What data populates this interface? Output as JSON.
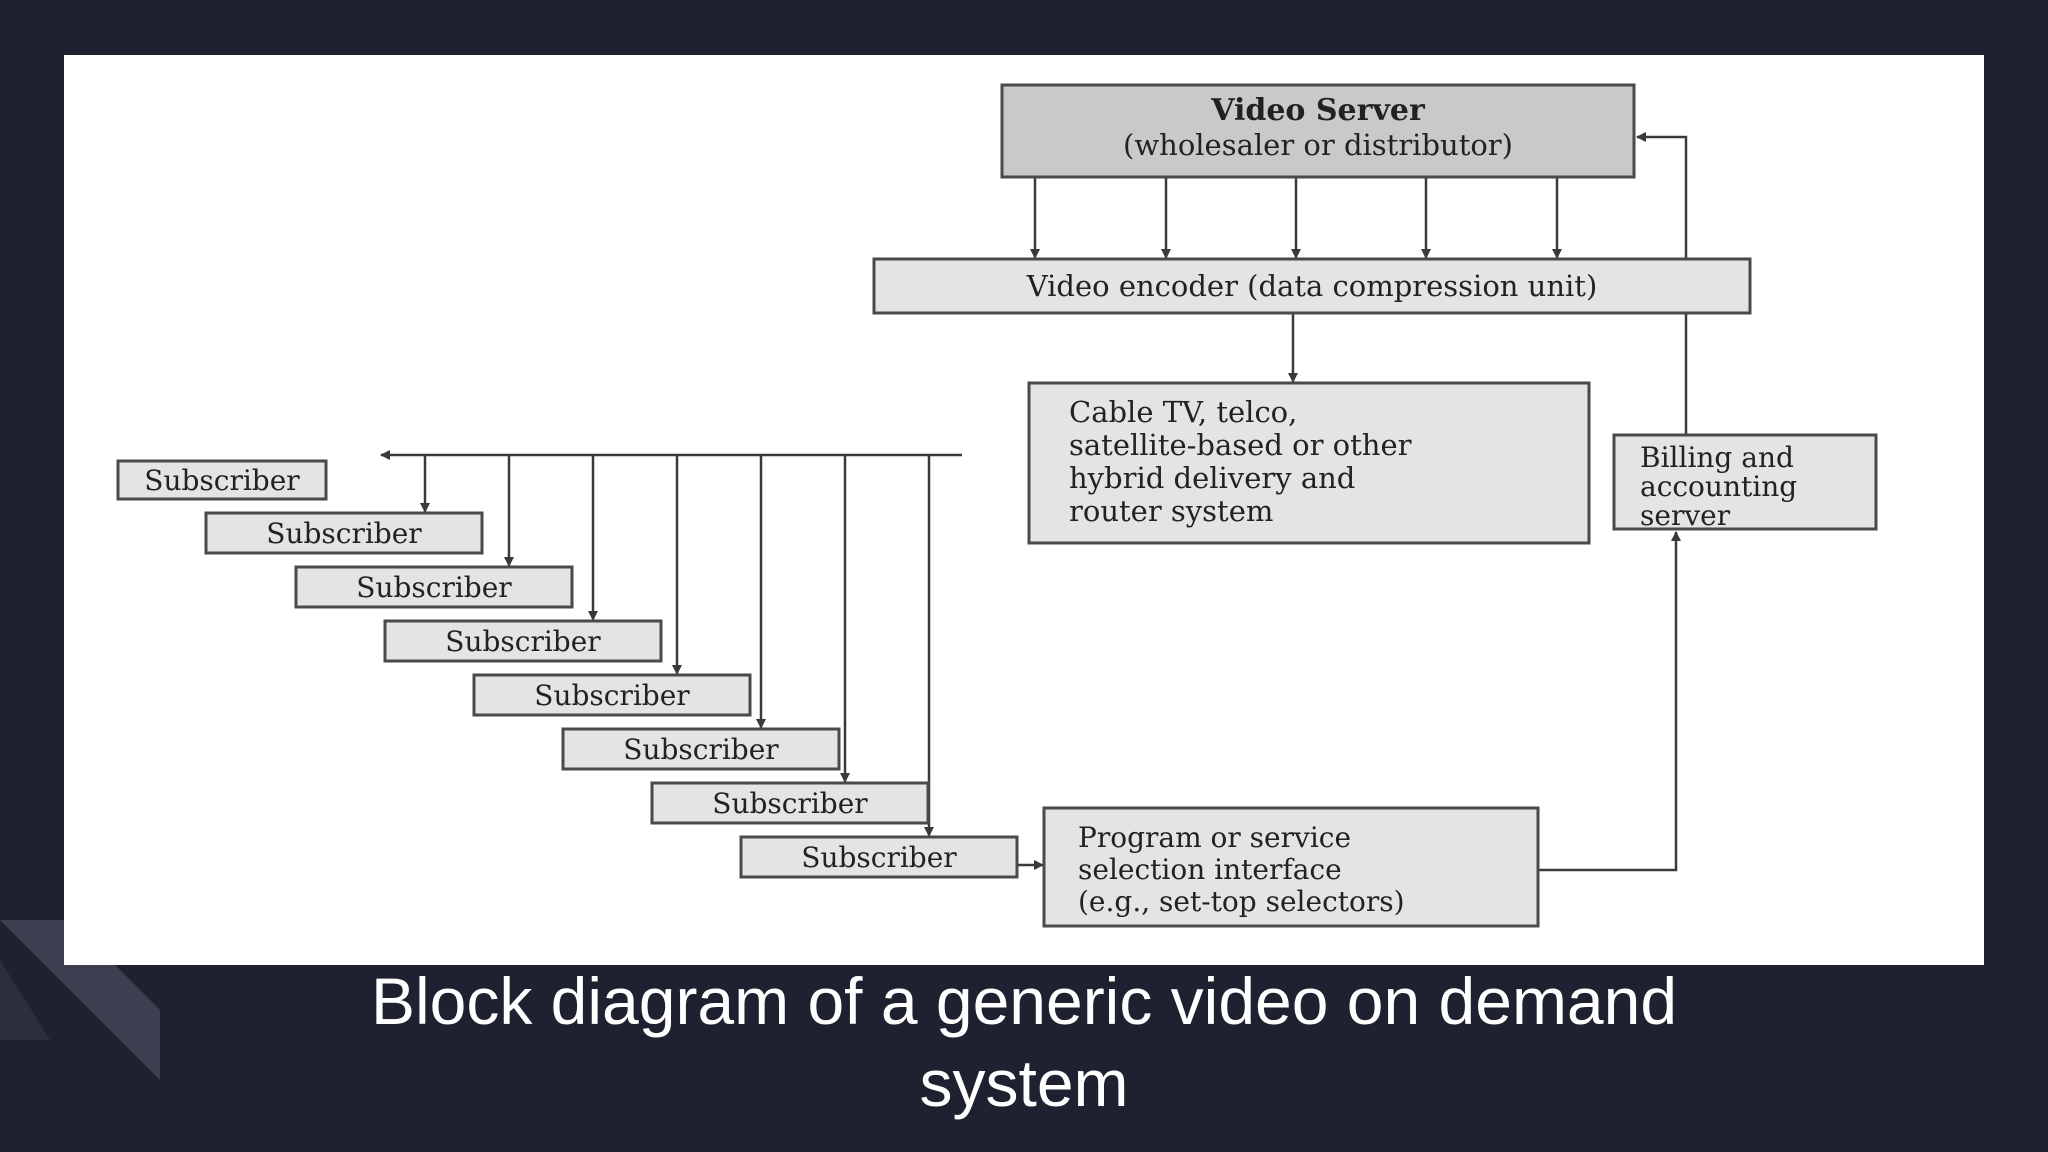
{
  "caption": {
    "line1": "Block diagram of a generic video on demand",
    "line2": "system"
  },
  "diagram": {
    "video_server": {
      "line1": "Video Server",
      "line2": "(wholesaler or distributor)"
    },
    "video_encoder": "Video encoder (data compression unit)",
    "delivery_system": {
      "line1": "Cable TV, telco,",
      "line2": "satellite-based or other",
      "line3": "hybrid delivery and",
      "line4": "router system"
    },
    "billing_server": {
      "line1": "Billing and",
      "line2": "accounting",
      "line3": "server"
    },
    "selection_interface": {
      "line1": "Program or service",
      "line2": "selection interface",
      "line3": "(e.g., set-top selectors)"
    },
    "subscribers": [
      "Subscriber",
      "Subscriber",
      "Subscriber",
      "Subscriber",
      "Subscriber",
      "Subscriber",
      "Subscriber",
      "Subscriber"
    ]
  },
  "colors": {
    "slide_background": "#1e2130",
    "panel_background": "#ffffff",
    "box_fill": "#e4e4e4",
    "server_fill": "#c9c9c9",
    "caption_text": "#ffffff"
  }
}
